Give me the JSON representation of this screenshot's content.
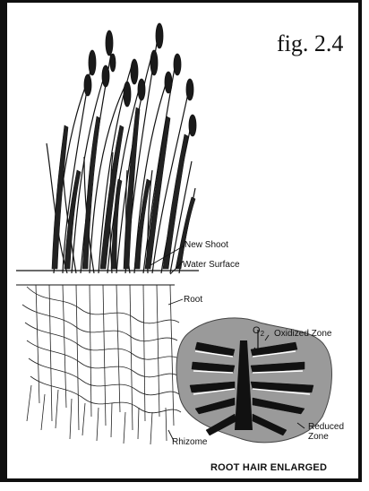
{
  "figure": {
    "caption": "fig. 2.4"
  },
  "labels": {
    "new_shoot": "New Shoot",
    "water_surface": "Water Surface",
    "root": "Root",
    "oxidized_zone": "Oxidized Zone",
    "o2": "O",
    "o2_sub": "2",
    "reduced_zone_line1": "Reduced",
    "reduced_zone_line2": "Zone",
    "rhizome": "Rhizome",
    "root_hair_enlarged": "ROOT HAIR ENLARGED"
  }
}
